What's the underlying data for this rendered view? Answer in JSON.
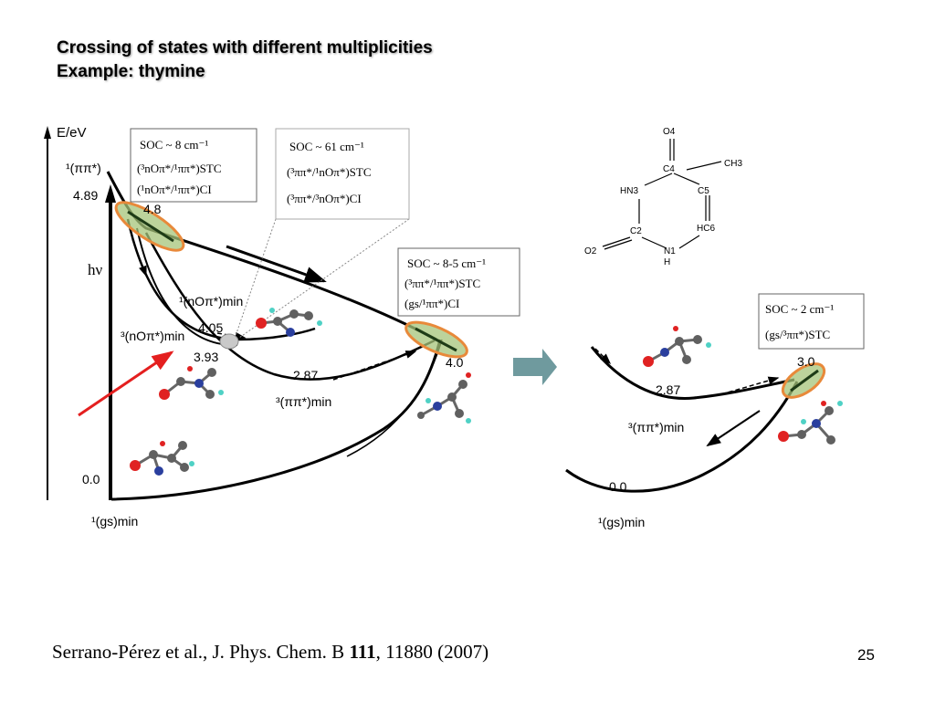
{
  "slide": {
    "title_line1": "Crossing of states with different multiplicities",
    "title_line2": "Example: thymine",
    "page_number": "25"
  },
  "citation": {
    "authors_journal": "Serrano-Pérez et al., J. Phys. Chem. B ",
    "volume": "111",
    "pages_year": ", 11880 (2007)"
  },
  "left_panel": {
    "axis_label": "E/eV",
    "hv": "hν",
    "state_pipi_1": "¹(ππ*)",
    "e_489": "4.89",
    "e_48": "4.8",
    "state_nopi_1min": "¹(nOπ*)min",
    "e_405": "4.05",
    "state_nopi_3min": "³(nOπ*)min",
    "e_393": "3.93",
    "e_287": "2.87",
    "state_pipi_3min": "³(ππ*)min",
    "e_40": "4.0",
    "e_00": "0.0",
    "state_gs_min": "¹(gs)min",
    "box1": {
      "line1": "SOC ~ 8 cm⁻¹",
      "line2": "(³nOπ*/¹ππ*)STC",
      "line3": "(¹nOπ*/¹ππ*)CI"
    },
    "box2": {
      "line1": "SOC ~ 61 cm⁻¹",
      "line2": "(³ππ*/¹nOπ*)STC",
      "line3": "(³ππ*/³nOπ*)CI"
    },
    "box3": {
      "line1": "SOC ~ 8-5 cm⁻¹",
      "line2": "(³ππ*/¹ππ*)STC",
      "line3": "(gs/¹ππ*)CI"
    }
  },
  "right_panel": {
    "box": {
      "line1": "SOC ~ 2 cm⁻¹",
      "line2": "(gs/³ππ*)STC"
    },
    "e_30": "3.0",
    "e_287": "2.87",
    "state_pipi_3min": "³(ππ*)min",
    "e_00": "0.0",
    "state_gs_min": "¹(gs)min"
  },
  "thymine": {
    "O4": "O4",
    "C4": "C4",
    "CH3": "CH3",
    "HN3": "HN3",
    "C5": "C5",
    "C2": "C2",
    "HC6": "HC6",
    "O2": "O2",
    "N1": "N1",
    "H": "H"
  },
  "colors": {
    "highlight_orange": "#e8893a",
    "highlight_green": "#a6c47a",
    "red_arrow": "#e41f1f",
    "teal_arrow": "#6f9a9e"
  }
}
